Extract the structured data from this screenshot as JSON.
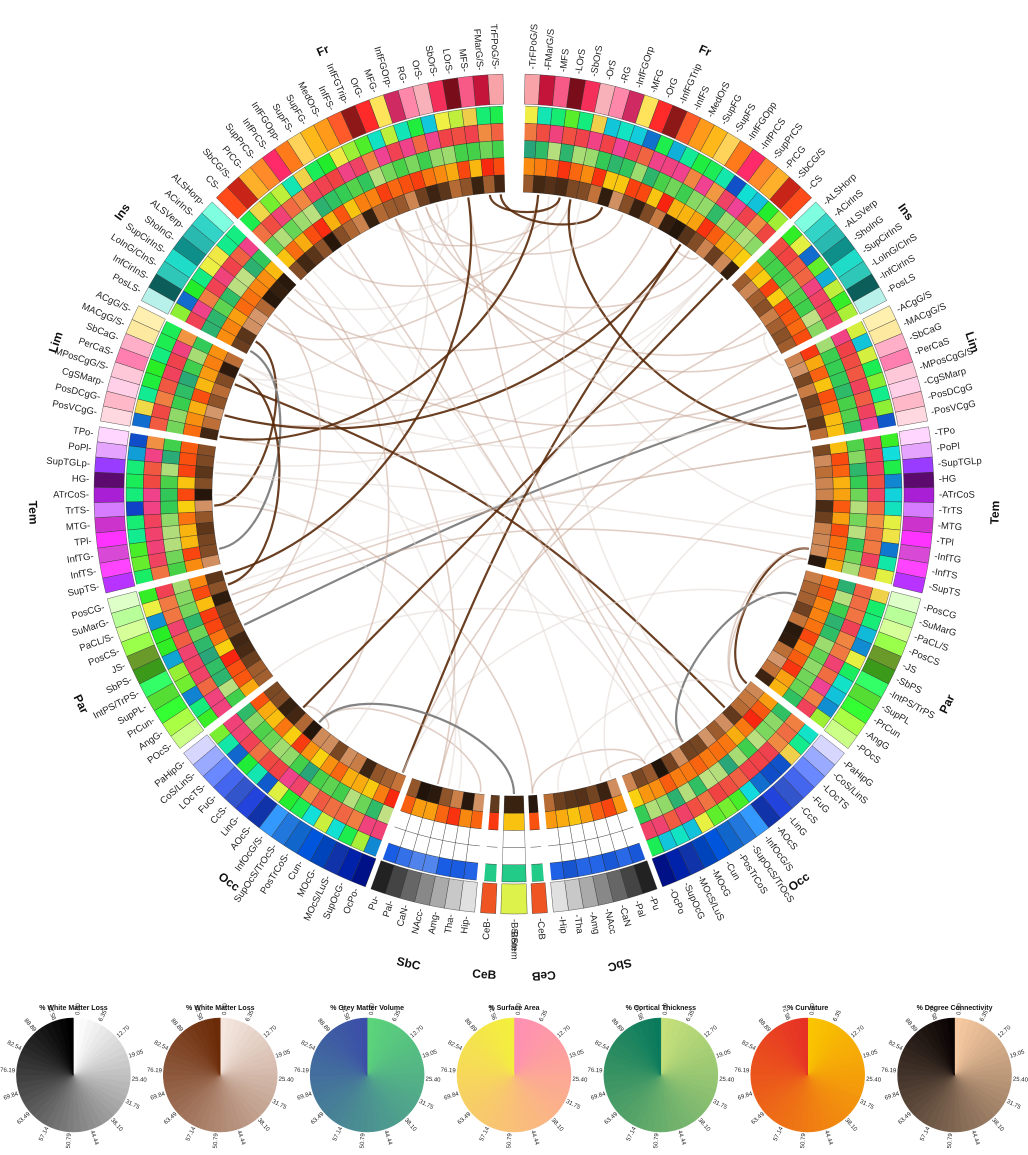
{
  "left_hemisphere": [
    {
      "lobe": "Fr",
      "regions": [
        "TrFPoG/S",
        "FMarG/S",
        "MFS",
        "LOrS",
        "SbOrS",
        "OrS",
        "RG",
        "InfFGOrp",
        "MFG",
        "OrG",
        "InfFGTrip",
        "InfFS",
        "MedOrS",
        "SupFG",
        "SupFS",
        "InfFGOpp",
        "InfPrCS",
        "SupPrCS",
        "PrCG",
        "SbCG/S",
        "CS"
      ]
    },
    {
      "lobe": "Ins",
      "regions": [
        "ALSHorp",
        "ACirInS",
        "ALSVerp",
        "ShoInG",
        "SupCirInS",
        "LoInG/CInS",
        "InfCirInS",
        "PosLS"
      ]
    },
    {
      "lobe": "Lim",
      "regions": [
        "ACgG/S",
        "MACgG/S",
        "SbCaG",
        "PerCaS",
        "MPosCgG/S",
        "CgSMarp",
        "PosDCgG",
        "PosVCgG"
      ]
    },
    {
      "lobe": "Tem",
      "regions": [
        "TPo",
        "PoPl",
        "SupTGLp",
        "HG",
        "ATrCoS",
        "TrTS",
        "MTG",
        "TPl",
        "InfTG",
        "InfTS",
        "SupTS"
      ]
    },
    {
      "lobe": "Par",
      "regions": [
        "PosCG",
        "SuMarG",
        "PaCL/S",
        "PosCS",
        "JS",
        "SbPS",
        "IntPS/TrPS",
        "SupPL",
        "PrCun",
        "AngG",
        "POcS"
      ]
    },
    {
      "lobe": "Occ",
      "regions": [
        "PaHipG",
        "CoS/LinS",
        "LOcTS",
        "FuG",
        "CcS",
        "LinG",
        "AOcS",
        "InfOcG/S",
        "SupOcS/TrOcS",
        "PosTrCoS",
        "Cun",
        "MOcG",
        "MOcS/LuS",
        "SupOcG",
        "OcPo"
      ]
    },
    {
      "lobe": "SbC",
      "regions": [
        "Pu",
        "Pal",
        "CaN",
        "NAcc",
        "Amg",
        "Tha",
        "Hip"
      ]
    },
    {
      "lobe": "CeB",
      "regions": [
        "CeB"
      ]
    }
  ],
  "brainstem": {
    "lobe": "BStem",
    "regions": [
      "BStem"
    ]
  },
  "legends": [
    {
      "title": "% White Matter Loss",
      "color_start": "#ffffff",
      "color_end": "#000000"
    },
    {
      "title": "% White Matter Loss",
      "color_start": "#f5e7df",
      "color_end": "#6b2b08"
    },
    {
      "title": "% Grey Matter Volume",
      "color_start": "#5bd47a",
      "color_end": "#3b4ea8"
    },
    {
      "title": "% Surface Area",
      "color_start": "#ff8fb3",
      "color_end": "#f3ef3e"
    },
    {
      "title": "% Cortical Thickness",
      "color_start": "#c6e07a",
      "color_end": "#0a7a5c"
    },
    {
      "title": "% Curvature",
      "color_start": "#f9c400",
      "color_end": "#e63225"
    },
    {
      "title": "% Degree Connectivity",
      "color_start": "#f6c9a0",
      "color_end": "#0a0404"
    }
  ],
  "legend_ticks": [
    "0.00",
    "6.35",
    "12.70",
    "19.05",
    "25.40",
    "31.75",
    "38.10",
    "44.44",
    "50.79",
    "57.14",
    "63.49",
    "69.84",
    "76.19",
    "82.54",
    "88.89",
    "95.24"
  ],
  "colors": {
    "lobe_palettes": {
      "Fr": [
        "#f8a3a8",
        "#c4143a",
        "#f75a86",
        "#7a0d1a",
        "#f42f5a",
        "#f9b1b9",
        "#ff88aa",
        "#d02a62",
        "#ffe35a",
        "#ff2a2a",
        "#8e1818",
        "#ff5a2a",
        "#ff9a1a",
        "#ffb81a",
        "#ffd35a",
        "#ff7a1a",
        "#ff2a6a",
        "#ff8a2a",
        "#ffb02a",
        "#c82418",
        "#ff4a1a"
      ],
      "Ins": [
        "#7fffe0",
        "#31d4c6",
        "#2ab9b0",
        "#0f8f8a",
        "#1fdcc8",
        "#2fc8b8",
        "#0b5e5a",
        "#b8f0ea"
      ],
      "Lim": [
        "#fff0b0",
        "#fde9a0",
        "#ffb0c8",
        "#ff80b0",
        "#ffc8d8",
        "#ffd0e8",
        "#ffb8c8",
        "#ffd8e0"
      ],
      "Tem": [
        "#ffd6ff",
        "#e5a5ff",
        "#9a3cff",
        "#5c0a6e",
        "#a81fd6",
        "#d57cff",
        "#cc33cc",
        "#ff33ff",
        "#d84ad6",
        "#ff44ff",
        "#b833ff"
      ],
      "Par": [
        "#dfffc8",
        "#b8ff9a",
        "#d6ff9a",
        "#9aff4a",
        "#6a9a2a",
        "#3c9a1a",
        "#33ff66",
        "#55dd33",
        "#33ff33",
        "#aaff44",
        "#ccff88"
      ],
      "Occ": [
        "#d6d6ff",
        "#99aaff",
        "#6a88ff",
        "#4466ee",
        "#3355cc",
        "#2244dd",
        "#1133aa",
        "#3399ff",
        "#2277dd",
        "#1166cc",
        "#0055dd",
        "#0044bb",
        "#1133aa",
        "#0022aa",
        "#001188"
      ],
      "SbC": [
        "#222222",
        "#444444",
        "#666666",
        "#888888",
        "#aaaaaa",
        "#c8c8c8",
        "#e0e0e0"
      ],
      "CeB": [
        "#ee5522"
      ],
      "BStem": [
        "#ddf24a"
      ]
    }
  }
}
